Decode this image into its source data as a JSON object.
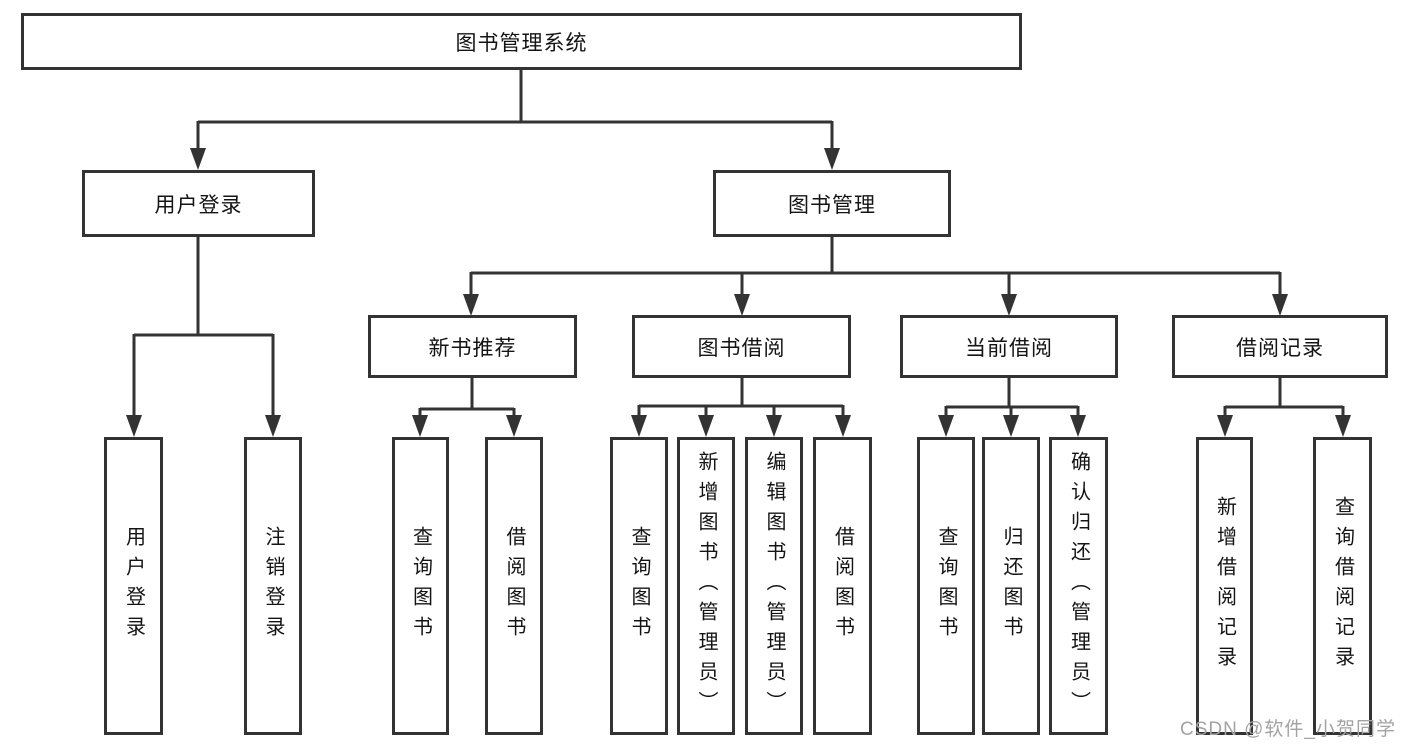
{
  "diagram": {
    "root_label": "图书管理系统",
    "watermark": "CSDN @软件_小贺同学",
    "line_color": "#333333",
    "branches": [
      {
        "label": "用户登录",
        "leaves": [
          "用户登录",
          "注销登录"
        ]
      },
      {
        "label": "图书管理",
        "children": [
          {
            "label": "新书推荐",
            "leaves": [
              "查询图书",
              "借阅图书"
            ]
          },
          {
            "label": "图书借阅",
            "leaves": [
              "查询图书",
              "新增图书（管理员）",
              "编辑图书（管理员）",
              "借阅图书"
            ]
          },
          {
            "label": "当前借阅",
            "leaves": [
              "查询图书",
              "归还图书",
              "确认归还（管理员）"
            ]
          },
          {
            "label": "借阅记录",
            "leaves": [
              "新增借阅记录",
              "查询借阅记录"
            ]
          }
        ]
      }
    ]
  }
}
